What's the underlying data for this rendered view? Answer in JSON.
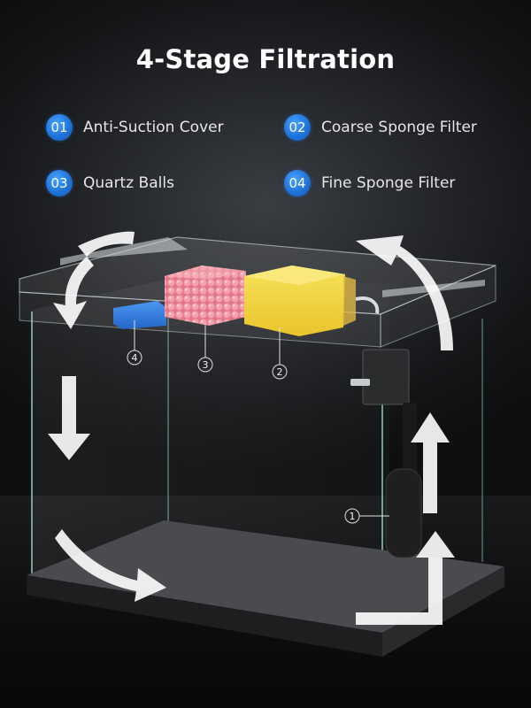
{
  "title": "4-Stage Filtration",
  "stages": [
    {
      "number": "01",
      "label": "Anti-Suction Cover"
    },
    {
      "number": "02",
      "label": "Coarse Sponge Filter"
    },
    {
      "number": "03",
      "label": "Quartz Balls"
    },
    {
      "number": "04",
      "label": "Fine Sponge Filter"
    }
  ],
  "callouts": {
    "c1": "1",
    "c2": "2",
    "c3": "3",
    "c4": "4"
  },
  "colors": {
    "badge": "#1f74d9",
    "fine_sponge": "#2f7fe0",
    "quartz_balls": "#f08a98",
    "coarse_sponge": "#f2d53c",
    "flow_arrow": "#ffffff",
    "tank_base": "#2a2a2c"
  },
  "icons": {
    "badge": "blue-circle-badge",
    "flow": "white-flow-arrow"
  }
}
